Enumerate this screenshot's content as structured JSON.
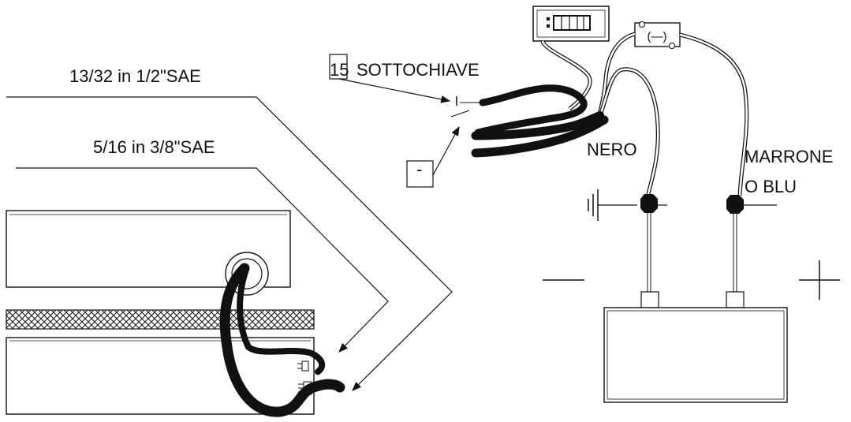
{
  "labels": {
    "size_large": "13/32 in 1/2\"SAE",
    "size_small": "5/16 in 3/8\"SAE",
    "terminal_15_number": "15",
    "terminal_15_text": "SOTTOCHIAVE",
    "minus_box": "-",
    "fuse_symbol": "(—)",
    "black_wire": "NERO",
    "brown_wire_line1": "MARRONE",
    "brown_wire_line2": "O BLU"
  }
}
